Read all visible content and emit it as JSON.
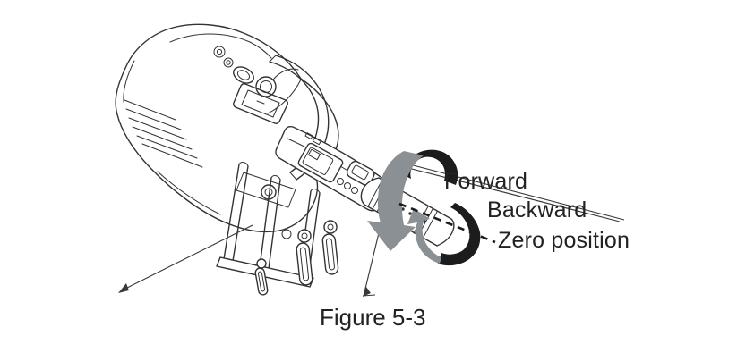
{
  "figure": {
    "caption": "Figure 5-3",
    "labels": {
      "forward": "Forward",
      "backward": "Backward",
      "zero_position": "Zero position"
    },
    "colors": {
      "background": "#ffffff",
      "line_art": "#333333",
      "leader_line": "#3a3a3a",
      "arrow_gray": "#8b9094",
      "arrow_black": "#1c1c1c",
      "text": "#222222"
    },
    "icons": {
      "forward_rotation": "curved-ribbon-arrow-gray",
      "backward_rotation": "curved-ribbon-arrow-black",
      "zero_axis": "dashed-center-line",
      "transom_pointer": "small-arrowhead",
      "figure_pointer": "small-arrowhead"
    }
  }
}
